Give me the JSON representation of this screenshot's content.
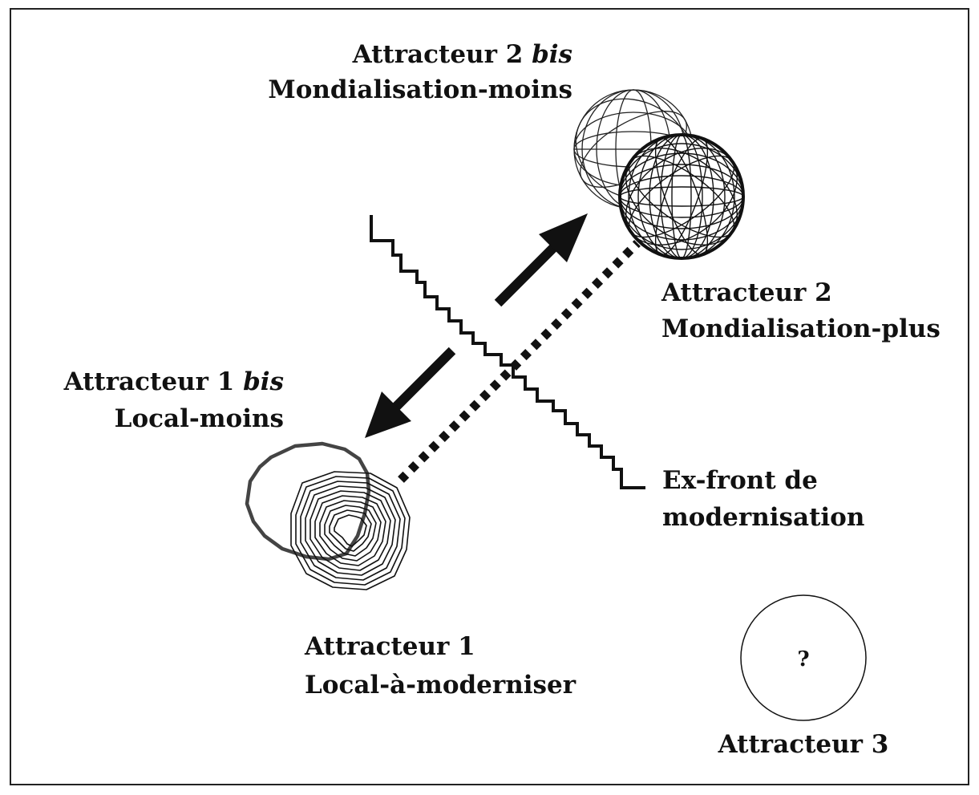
{
  "diagram": {
    "attractor_2_bis": {
      "line1_prefix": "Attracteur 2 ",
      "line1_italic": "bis",
      "line2": "Mondialisation-moins"
    },
    "attractor_2": {
      "line1": "Attracteur 2",
      "line2": "Mondialisation-plus"
    },
    "attractor_1_bis": {
      "line1_prefix": "Attracteur 1 ",
      "line1_italic": "bis",
      "line2": "Local-moins"
    },
    "attractor_1": {
      "line1": "Attracteur 1",
      "line2": "Local-à-moderniser"
    },
    "ex_front": {
      "line1": "Ex-front de",
      "line2": "modernisation"
    },
    "attractor_3": {
      "label": "Attracteur 3",
      "symbol": "?"
    },
    "colors": {
      "ink": "#111111",
      "background": "#ffffff"
    }
  }
}
